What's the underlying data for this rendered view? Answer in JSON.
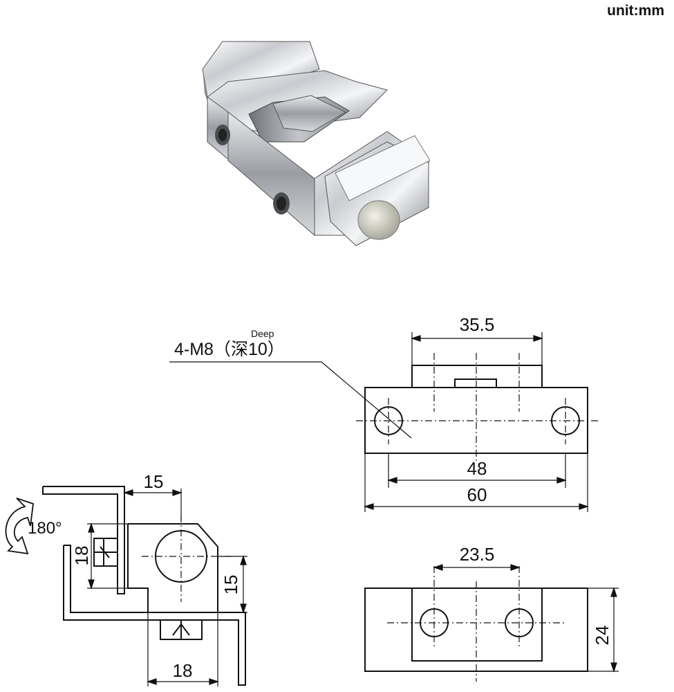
{
  "unit_label": "unit:mm",
  "product_photo": {
    "name": "chrome hinge photo"
  },
  "top_view": {
    "callout_main": "4-M8（深10）",
    "callout_sup": "Deep",
    "dim_top": "35.5",
    "dim_holes": "48",
    "dim_overall": "60"
  },
  "side_view": {
    "rotation": "180°",
    "dim_top": "15",
    "dim_left": "18",
    "dim_right": "15",
    "dim_bottom": "18"
  },
  "front_view": {
    "dim_top": "23.5",
    "dim_height": "24"
  }
}
